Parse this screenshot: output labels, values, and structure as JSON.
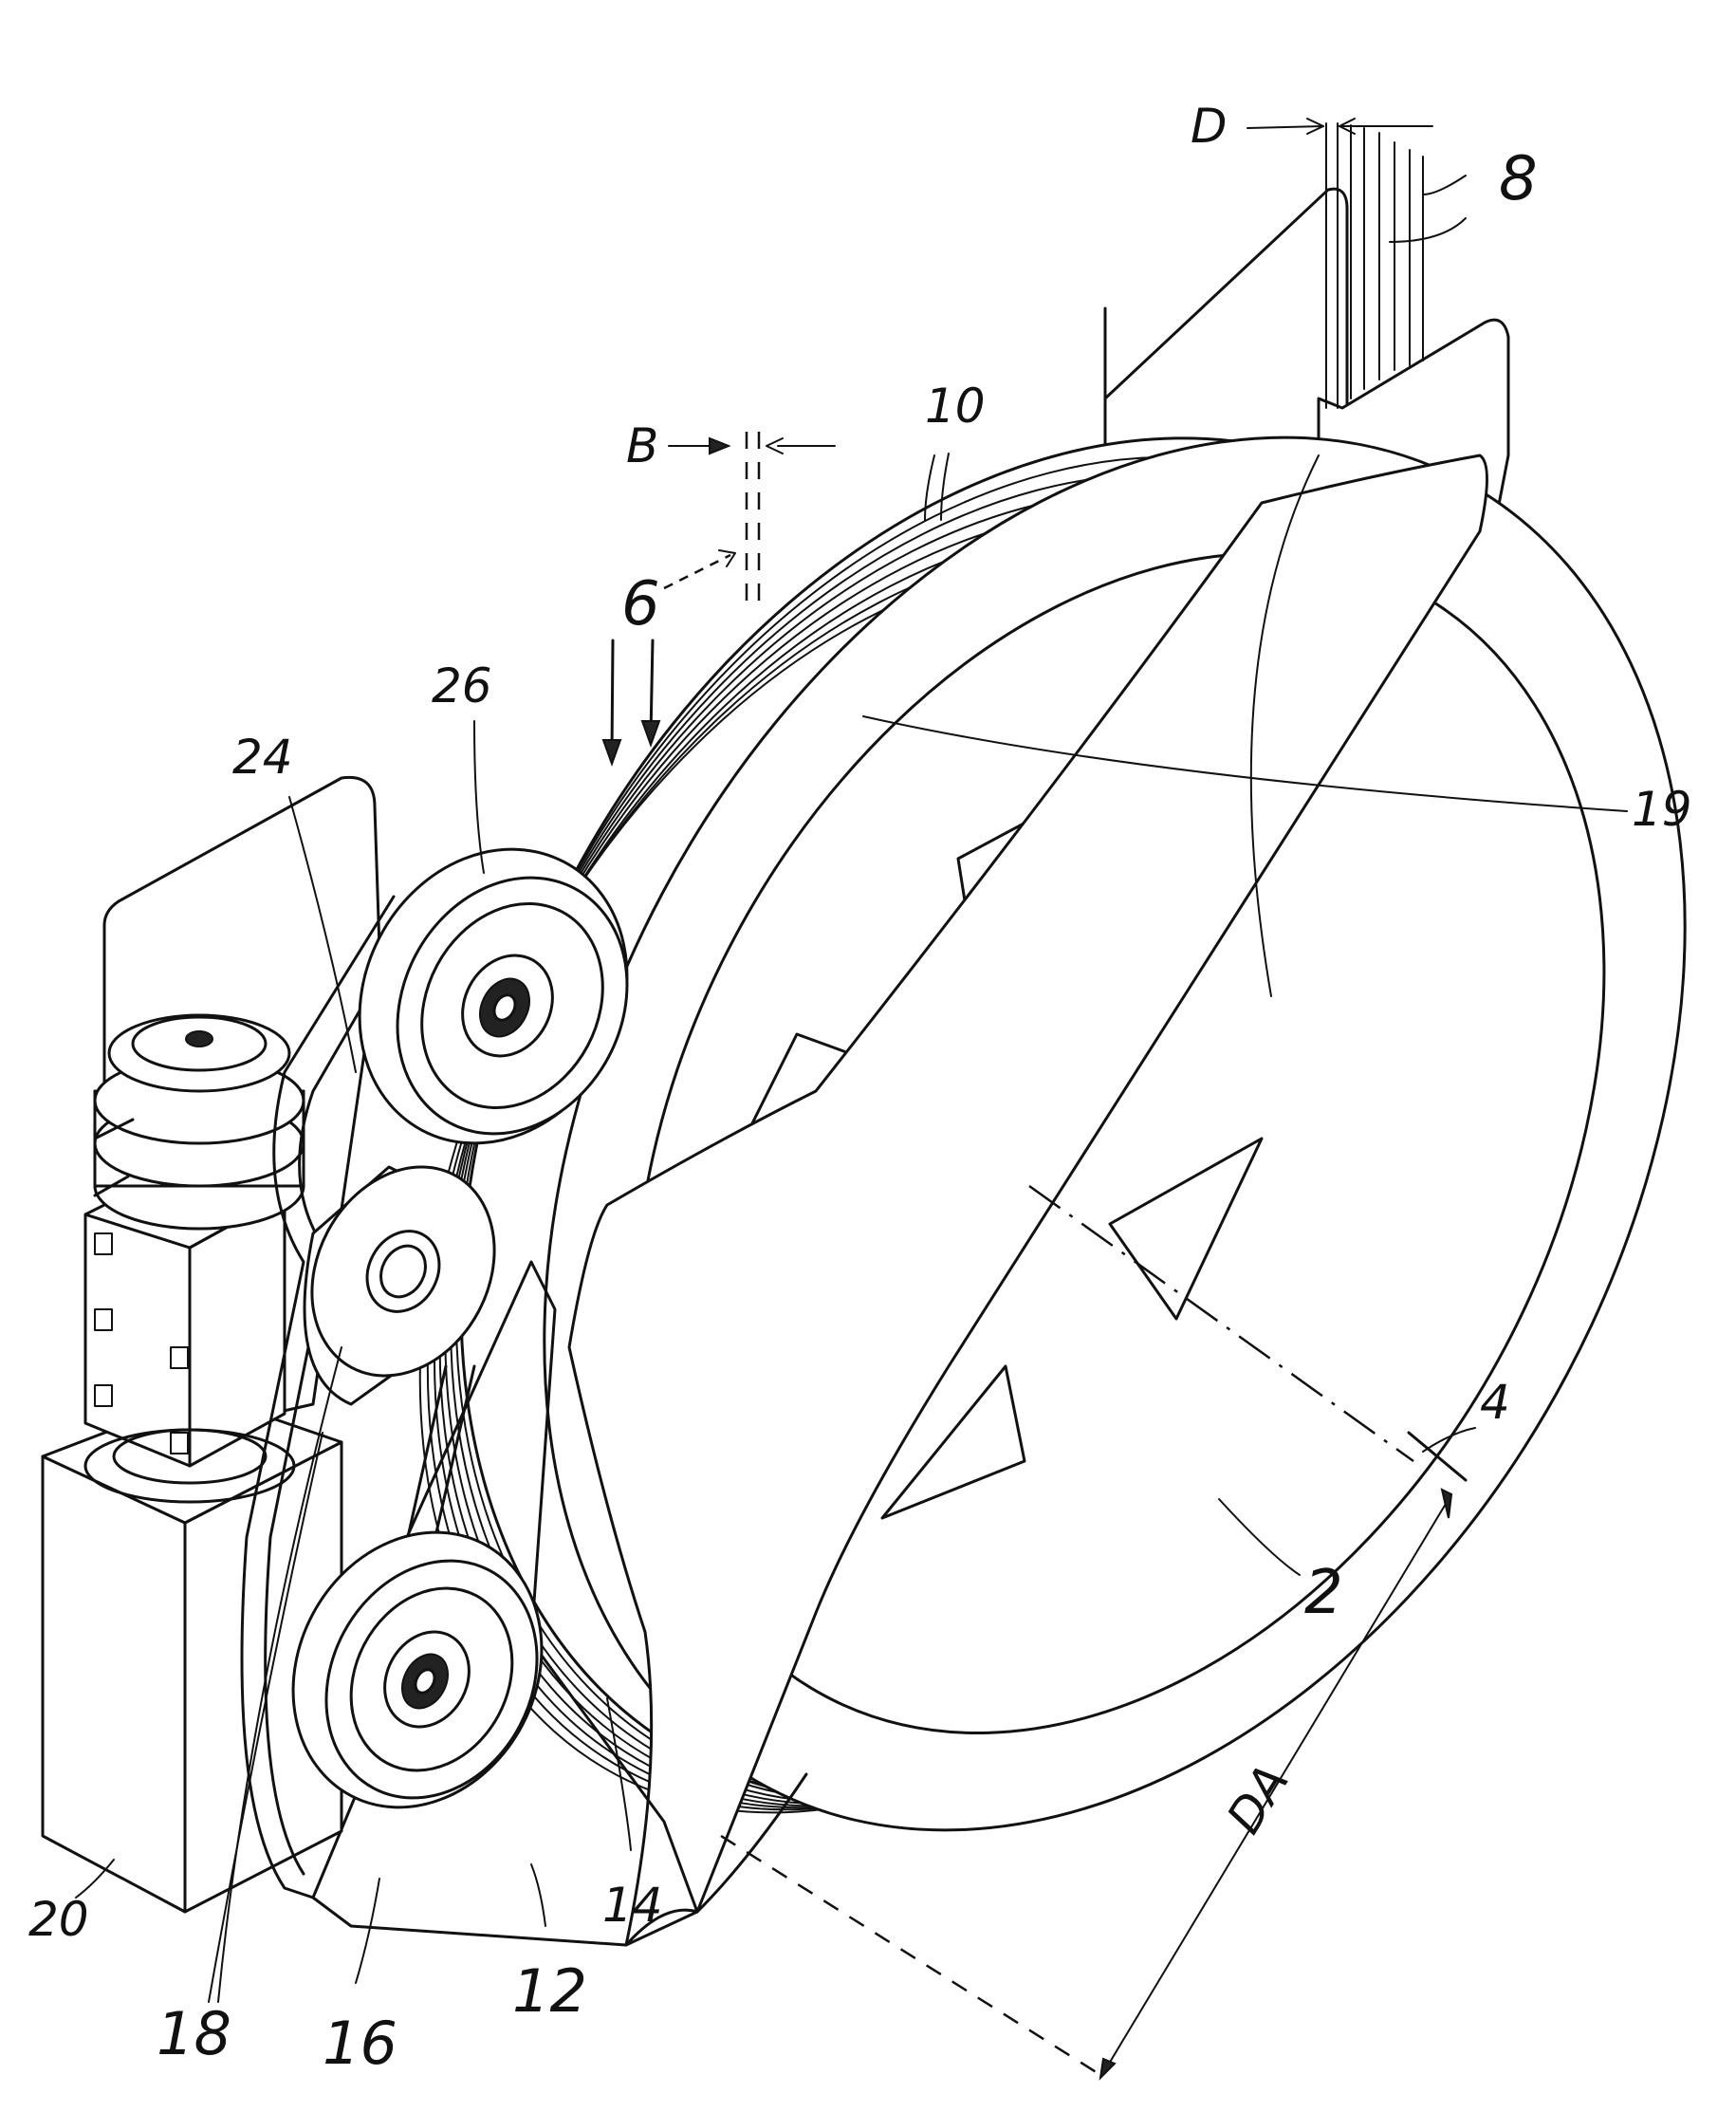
{
  "labels": {
    "D": "D",
    "n8": "8",
    "n10": "10",
    "B": "B",
    "n6": "6",
    "n26": "26",
    "n24": "24",
    "n19": "19",
    "n4": "4",
    "n2": "2",
    "DA": "DA",
    "n20": "20",
    "n18": "18",
    "n16": "16",
    "n12": "12",
    "n14": "14"
  }
}
